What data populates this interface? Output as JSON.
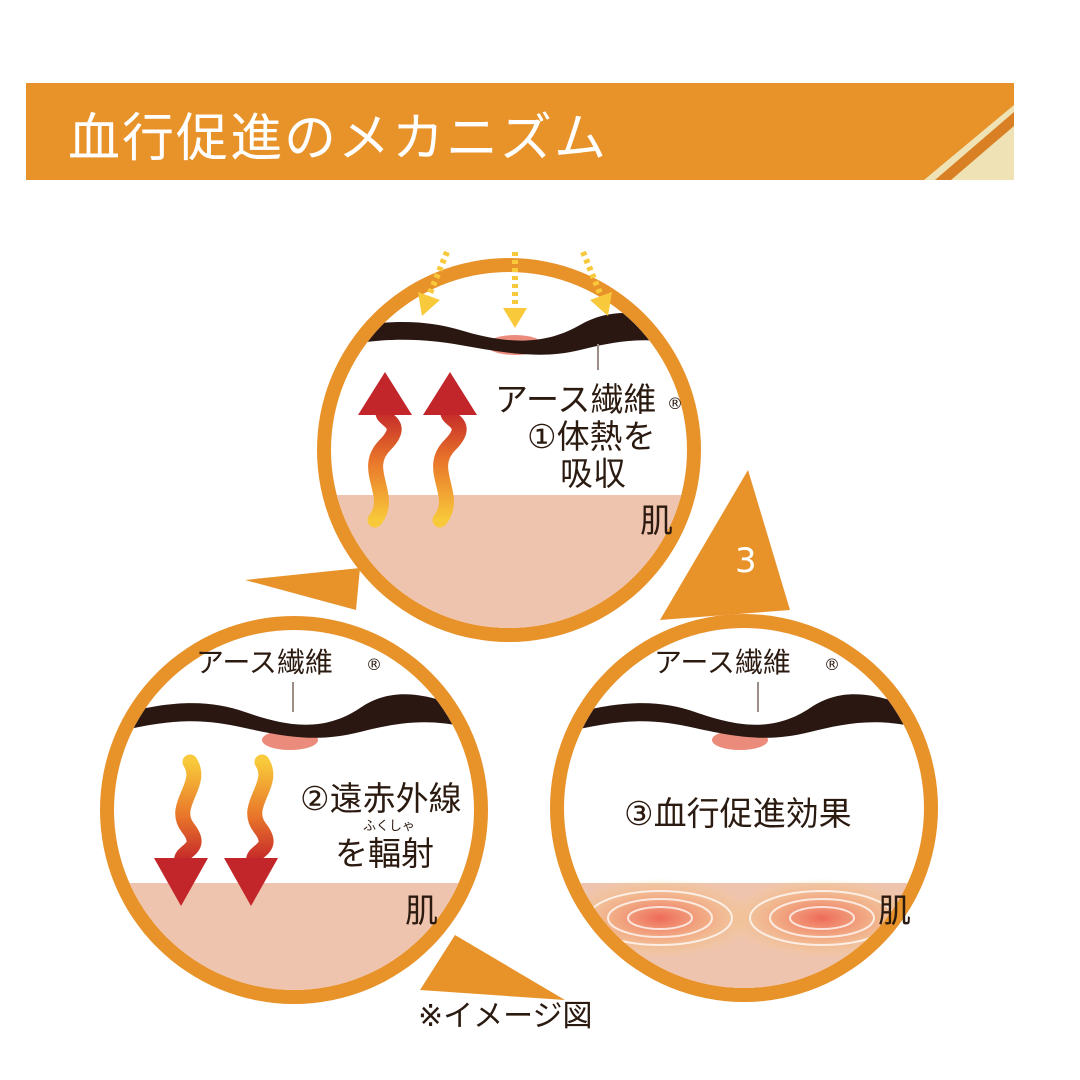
{
  "header": {
    "title": "血行促進のメカニズム"
  },
  "colors": {
    "accent": "#e8922a",
    "skin": "#efc4ae",
    "fiber": "#2a1712",
    "arrow_red": "#c3262a",
    "arrow_yellow": "#f8c93a"
  },
  "panel1": {
    "step": "1",
    "fiber": "アース繊維",
    "reg": "®",
    "line1": "①体熱を",
    "line2": "吸収",
    "skin": "肌"
  },
  "panel2": {
    "step": "2",
    "fiber": "アース繊維",
    "reg": "®",
    "line1": "②遠赤外線",
    "ruby": "ふくしゃ",
    "line2": "を輻射",
    "skin": "肌"
  },
  "panel3": {
    "step": "3",
    "fiber": "アース繊維",
    "reg": "®",
    "line1": "③血行促進効果",
    "skin": "肌"
  },
  "footer": {
    "note": "※イメージ図"
  }
}
